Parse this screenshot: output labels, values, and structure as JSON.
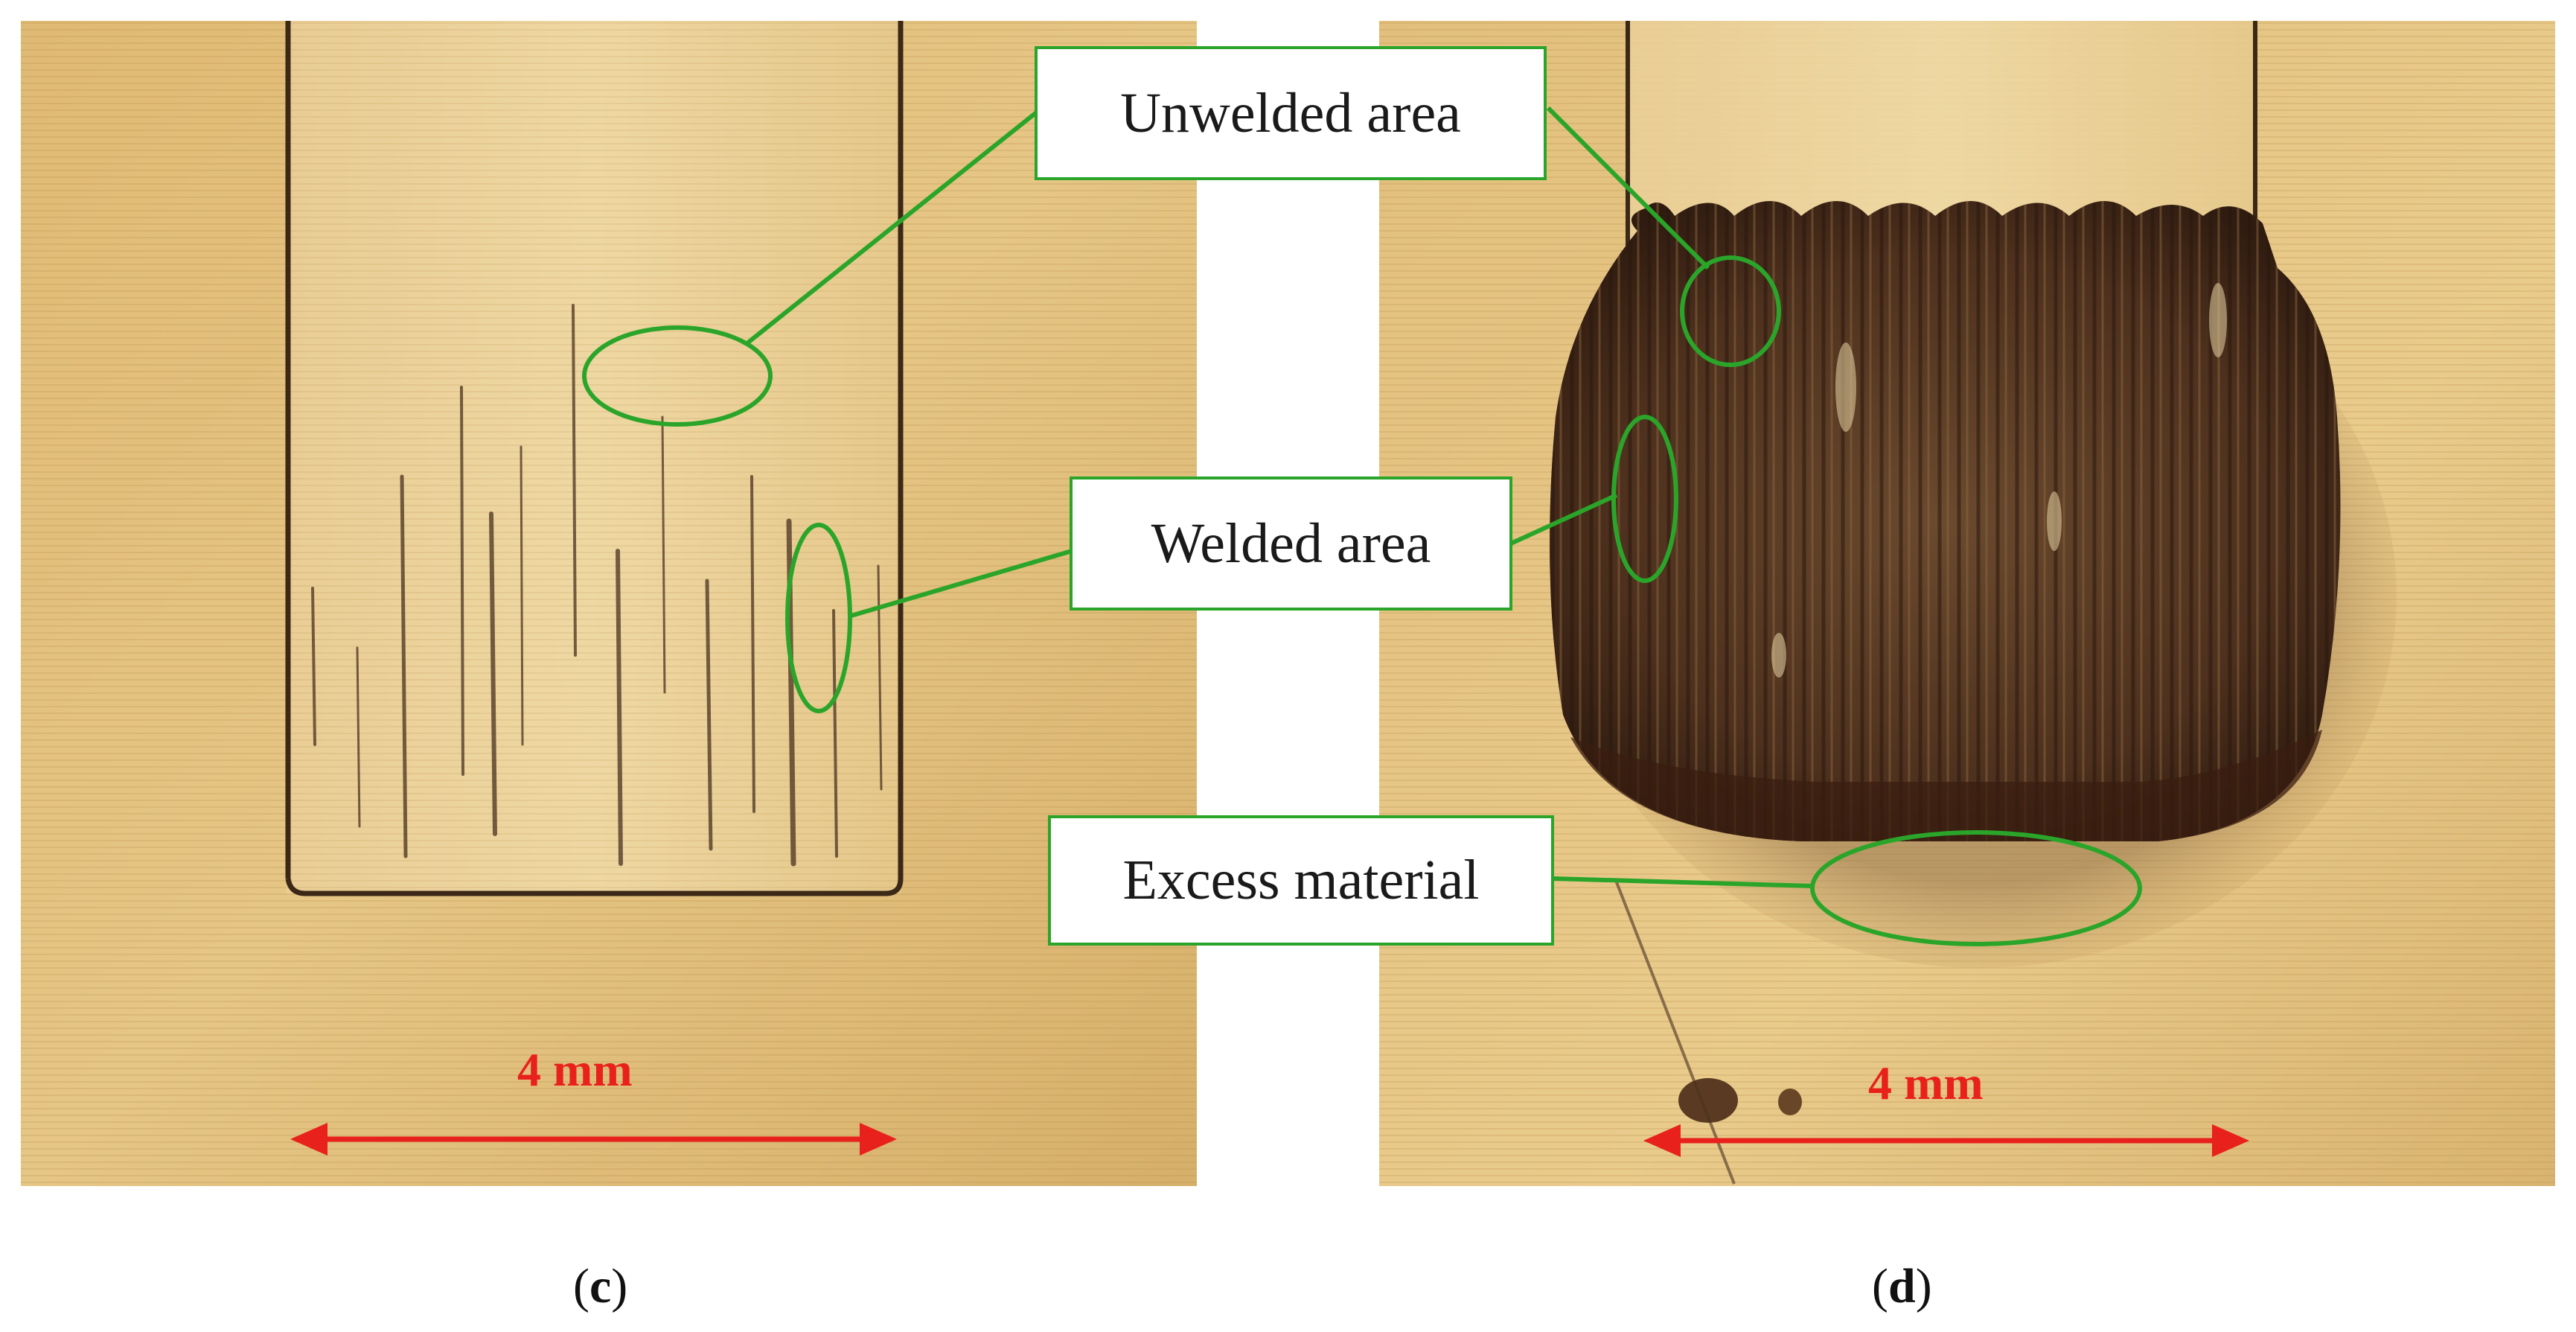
{
  "panels": [
    {
      "id": "c",
      "label_open": "(",
      "label_letter": "c",
      "label_close": ")",
      "scale_text": "4 mm"
    },
    {
      "id": "d",
      "label_open": "(",
      "label_letter": "d",
      "label_close": ")",
      "scale_text": "4 mm"
    }
  ],
  "annotations": {
    "unwelded": "Unwelded area",
    "welded": "Welded area",
    "excess": "Excess material"
  },
  "colors": {
    "annotation_green": "#2aa52a",
    "scale_red": "#e8211c",
    "brass_light": "#e3c17e",
    "brass_dark": "#c9a15a",
    "weld_dark": "#4a2e1c"
  }
}
